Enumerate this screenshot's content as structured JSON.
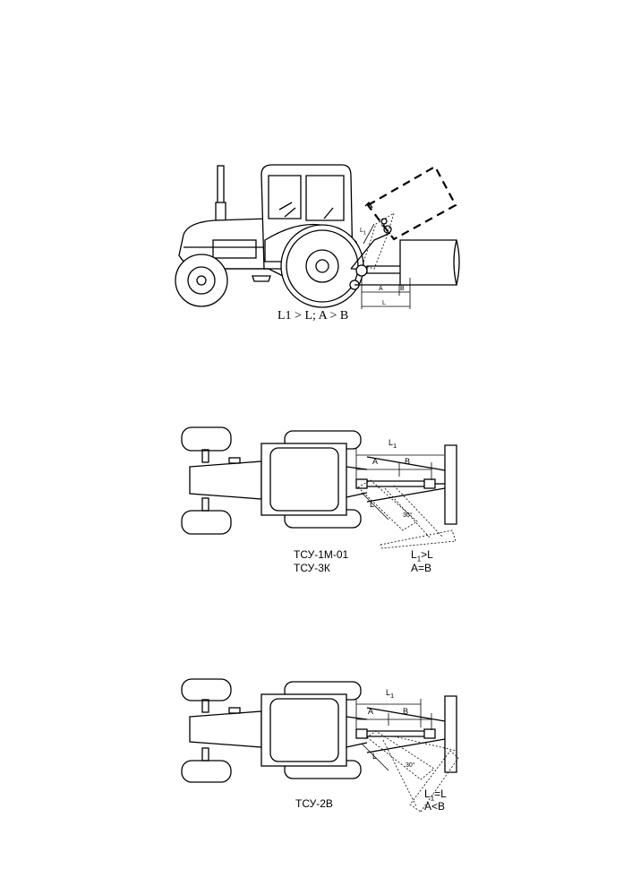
{
  "figure1": {
    "condition": "L1 > L; A > B",
    "dim_L1": "L",
    "dim_L1_sub": "1",
    "dim_A": "A",
    "dim_B": "B",
    "dim_L": "L",
    "angle_alpha": "α"
  },
  "figure2": {
    "model_line1": "ТСУ-1М-01",
    "model_line2": "ТСУ-3К",
    "cond_line1_main": "L",
    "cond_line1_sub": "1",
    "cond_line1_rest": ">L",
    "cond_line2": "A=B",
    "dim_L1": "L",
    "dim_L1_sub": "1",
    "dim_A": "A",
    "dim_B": "B",
    "dim_L": "L",
    "angle": "30°"
  },
  "figure3": {
    "model_line1": "ТСУ-2В",
    "cond_line1_main": "L",
    "cond_line1_sub": "1",
    "cond_line1_rest": "=L",
    "cond_line2": "A<B",
    "dim_L1": "L",
    "dim_L1_sub": "1",
    "dim_A": "A",
    "dim_B": "B",
    "dim_L": "L",
    "angle": "30°"
  }
}
